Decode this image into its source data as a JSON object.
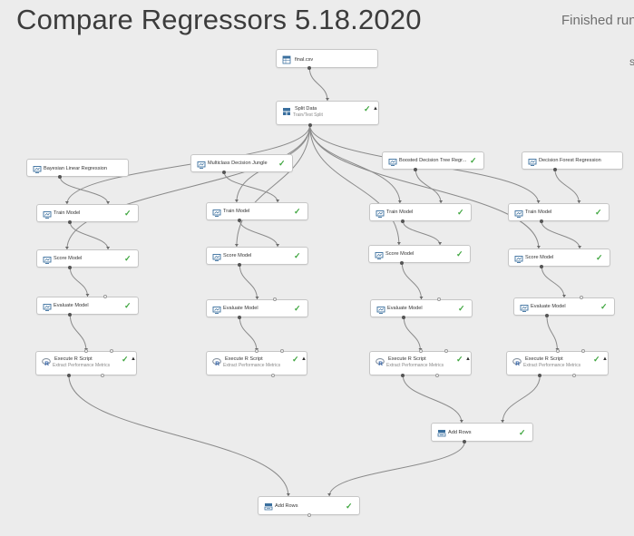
{
  "header": {
    "title": "Compare Regressors 5.18.2020",
    "status": "Finished running",
    "edge_fragment": "S"
  },
  "modules": {
    "final_csv": {
      "name": "final.csv"
    },
    "split_data": {
      "name": "Split Data",
      "subtitle": "Train/Test Split"
    },
    "bayesian": {
      "name": "Bayesian Linear Regression"
    },
    "multiclass": {
      "name": "Multiclass Decision Jungle"
    },
    "boosted": {
      "name": "Boosted Decision Tree Regr..."
    },
    "decision_forest": {
      "name": "Decision Forest Regression"
    },
    "train_1": {
      "name": "Train Model"
    },
    "train_2": {
      "name": "Train Model"
    },
    "train_3": {
      "name": "Train Model"
    },
    "train_4": {
      "name": "Train Model"
    },
    "score_1": {
      "name": "Score Model"
    },
    "score_2": {
      "name": "Score Model"
    },
    "score_3": {
      "name": "Score Model"
    },
    "score_4": {
      "name": "Score Model"
    },
    "evaluate_1": {
      "name": "Evaluate Model"
    },
    "evaluate_2": {
      "name": "Evaluate Model"
    },
    "evaluate_3": {
      "name": "Evaluate Model"
    },
    "evaluate_4": {
      "name": "Evaluate Model"
    },
    "rscript_1": {
      "name": "Execute R Script",
      "subtitle": "Extract Performance Metrics"
    },
    "rscript_2": {
      "name": "Execute R Script",
      "subtitle": "Extract Performance Metrics"
    },
    "rscript_3": {
      "name": "Execute R Script",
      "subtitle": "Extract Performance Metrics"
    },
    "rscript_4": {
      "name": "Execute R Script",
      "subtitle": "Extract Performance Metrics"
    },
    "addrows_1": {
      "name": "Add Rows"
    },
    "addrows_2": {
      "name": "Add Rows"
    }
  },
  "status_colors": {
    "complete": "#3ea53e"
  },
  "icon_names": {
    "dataset": "dataset-icon",
    "split": "split-data-icon",
    "model": "model-icon",
    "rscript": "r-script-icon",
    "addrows": "add-rows-icon"
  },
  "connections": [
    [
      "final_csv",
      "split_data"
    ],
    [
      "split_data",
      "train_1"
    ],
    [
      "split_data",
      "train_2"
    ],
    [
      "split_data",
      "train_3"
    ],
    [
      "split_data",
      "train_4"
    ],
    [
      "split_data",
      "score_1"
    ],
    [
      "split_data",
      "score_2"
    ],
    [
      "split_data",
      "score_3"
    ],
    [
      "split_data",
      "score_4"
    ],
    [
      "bayesian",
      "train_1"
    ],
    [
      "multiclass",
      "train_2"
    ],
    [
      "boosted",
      "train_3"
    ],
    [
      "decision_forest",
      "train_4"
    ],
    [
      "train_1",
      "score_1"
    ],
    [
      "train_2",
      "score_2"
    ],
    [
      "train_3",
      "score_3"
    ],
    [
      "train_4",
      "score_4"
    ],
    [
      "score_1",
      "evaluate_1"
    ],
    [
      "score_2",
      "evaluate_2"
    ],
    [
      "score_3",
      "evaluate_3"
    ],
    [
      "score_4",
      "evaluate_4"
    ],
    [
      "evaluate_1",
      "rscript_1"
    ],
    [
      "evaluate_2",
      "rscript_2"
    ],
    [
      "evaluate_3",
      "rscript_3"
    ],
    [
      "evaluate_4",
      "rscript_4"
    ],
    [
      "rscript_3",
      "addrows_1"
    ],
    [
      "rscript_4",
      "addrows_1"
    ],
    [
      "rscript_1",
      "addrows_2"
    ],
    [
      "addrows_1",
      "addrows_2"
    ]
  ]
}
